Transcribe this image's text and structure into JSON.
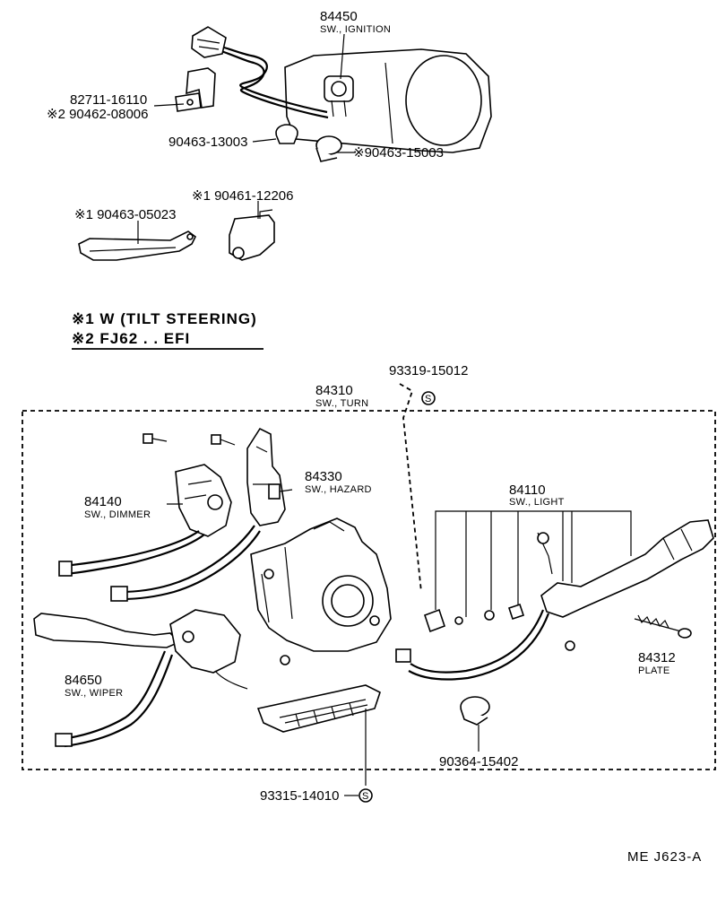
{
  "ignition": {
    "part_no": "84450",
    "name": "SW., IGNITION"
  },
  "bracket": {
    "part_no": "82711-16110",
    "alt_no": "※2 90462-08006"
  },
  "clamp_a": {
    "part_no": "90463-13003"
  },
  "clamp_b": {
    "part_no": "※90463-15003"
  },
  "tilt_bracket": {
    "part_no": "※1 90463-05023"
  },
  "tilt_clip": {
    "part_no": "※1 90461-12206"
  },
  "notes": {
    "n1": "※1 W (TILT STEERING)",
    "n2": "※2 FJ62 . . EFI"
  },
  "screw_top": {
    "part_no": "93319-15012"
  },
  "turn": {
    "part_no": "84310",
    "name": "SW., TURN"
  },
  "hazard": {
    "part_no": "84330",
    "name": "SW., HAZARD"
  },
  "dimmer": {
    "part_no": "84140",
    "name": "SW., DIMMER"
  },
  "light": {
    "part_no": "84110",
    "name": "SW., LIGHT"
  },
  "wiper": {
    "part_no": "84650",
    "name": "SW., WIPER"
  },
  "plate": {
    "part_no": "84312",
    "name": "PLATE"
  },
  "clamp_c": {
    "part_no": "90364-15402"
  },
  "connector": {
    "part_no": "93315-14010"
  },
  "marker_s": "S",
  "ref_code": "ME  J623-A"
}
